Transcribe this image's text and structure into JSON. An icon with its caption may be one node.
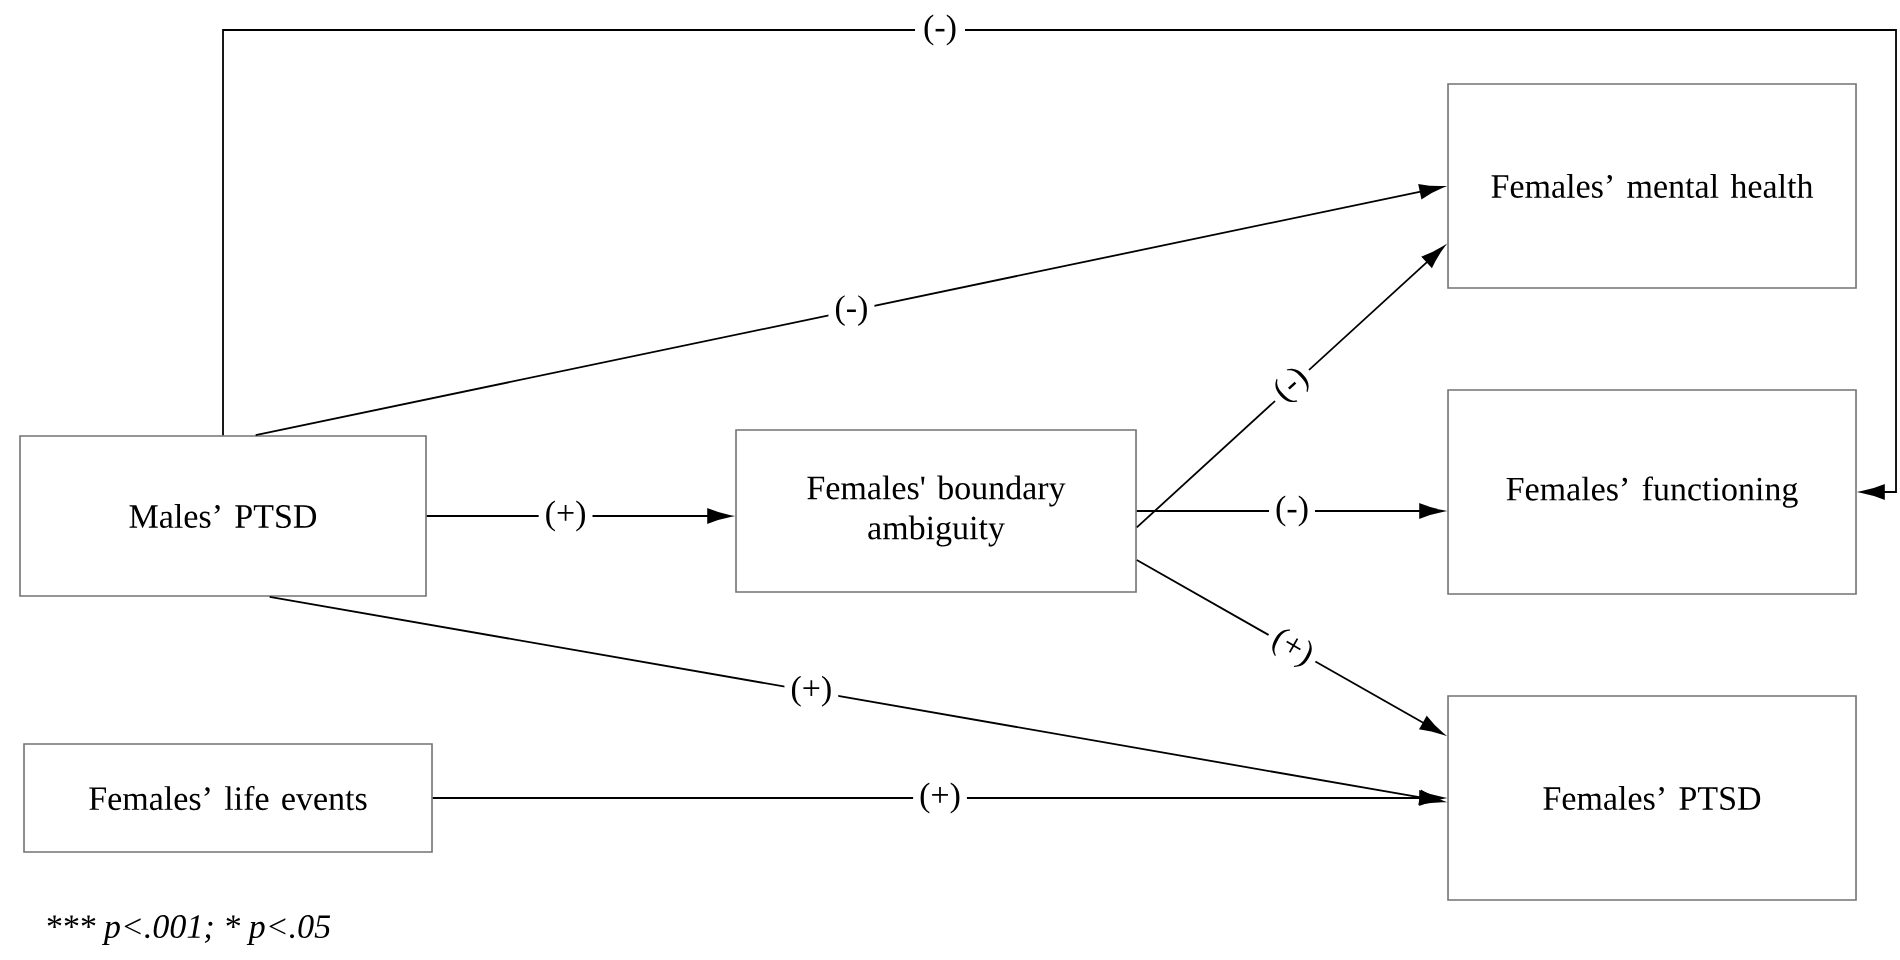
{
  "diagram": {
    "nodes": [
      {
        "text": [
          "Males’ PTSD"
        ]
      },
      {
        "text": [
          "Females' boundary ambiguity"
        ]
      },
      {
        "text": [
          "Females’ mental health"
        ]
      },
      {
        "text": [
          "Females’ functioning"
        ]
      },
      {
        "text": [
          "Females’ life events"
        ]
      },
      {
        "text": [
          "Females’ PTSD"
        ]
      }
    ],
    "edges": [
      {
        "from": 0,
        "to": 3,
        "arrow": "to",
        "label": "(-)"
      },
      {
        "from": 0,
        "to": 2,
        "arrow": "to",
        "label": "(-)"
      },
      {
        "from": 0,
        "to": 1,
        "arrow": "to",
        "label": "(+)"
      },
      {
        "from": 0,
        "to": 5,
        "arrow": "to",
        "label": "(+)"
      },
      {
        "from": 1,
        "to": 2,
        "arrow": "to",
        "label": "(-)"
      },
      {
        "from": 1,
        "to": 3,
        "arrow": "to",
        "label": "(-)"
      },
      {
        "from": 1,
        "to": 5,
        "arrow": "to",
        "label": "(+)"
      },
      {
        "from": 4,
        "to": 5,
        "arrow": "to",
        "label": "(+)"
      }
    ],
    "labels": [
      "*** p<.001; * p<.05"
    ]
  }
}
